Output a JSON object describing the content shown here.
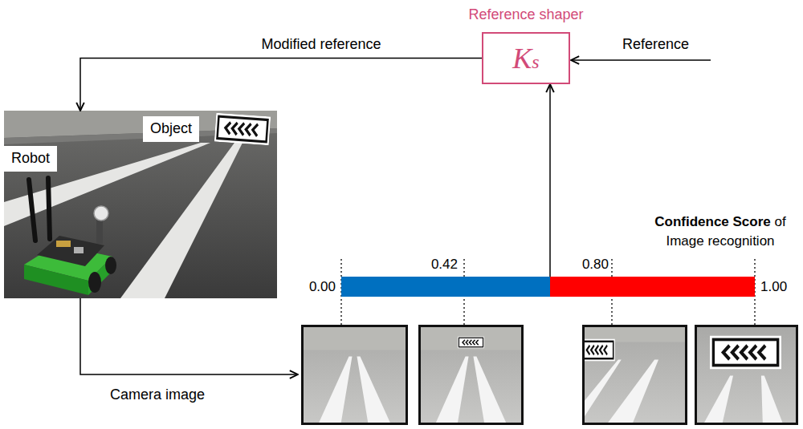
{
  "diagram": {
    "nodes": [
      {
        "text": [
          "Reference shaper",
          "Ks"
        ]
      },
      {
        "text": [
          "Robot",
          "Object"
        ]
      },
      {
        "text": [
          "Confidence Score",
          "of Image recognition"
        ]
      }
    ],
    "edges": [
      {
        "from": 0,
        "to": 1,
        "label": "Modified reference",
        "arrow": "to"
      },
      {
        "from": 2,
        "to": 0,
        "arrow": "to"
      }
    ],
    "labels": [
      "Reference",
      "Camera image",
      "0.00",
      "0.42",
      "0.80",
      "1.00"
    ]
  }
}
